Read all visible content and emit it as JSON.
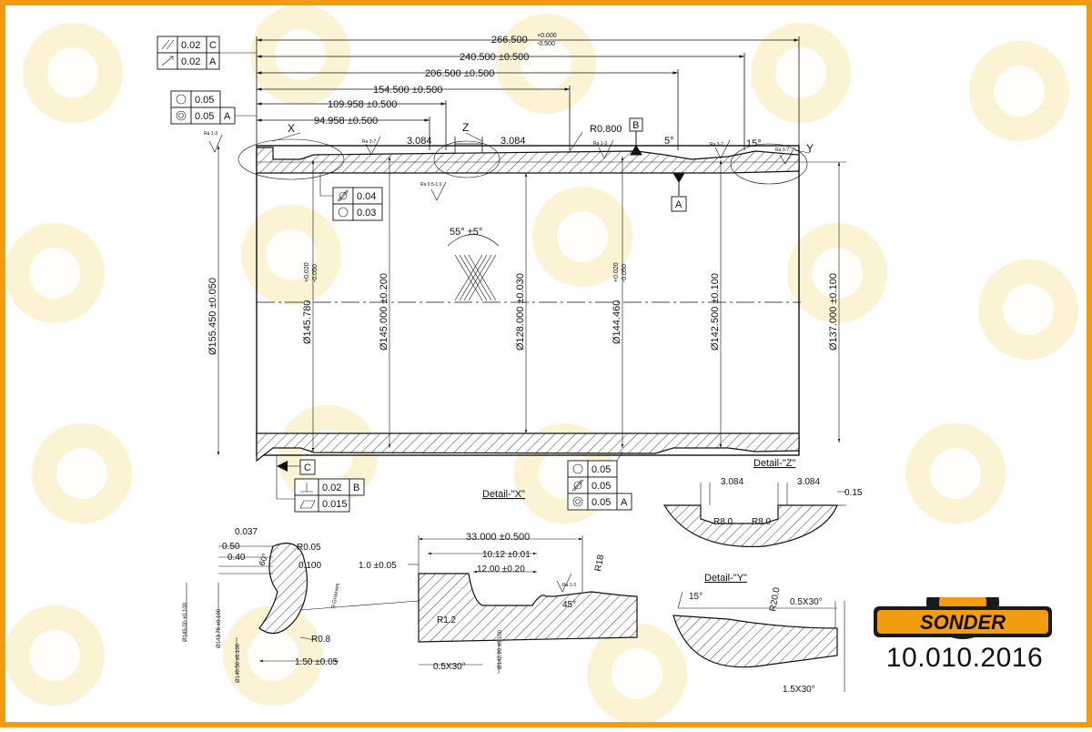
{
  "brand": {
    "name": "SONDER",
    "color_orange": "#f39c12",
    "color_black": "#1a1a1a"
  },
  "part_number": "10.010.2016",
  "frame_color": "#f39c12",
  "top_dims": {
    "overall": "266.500",
    "overall_tol_upper": "+0.000",
    "overall_tol_lower": "-0.500",
    "d240": "240.500 ±0.500",
    "d206": "206.500 ±0.500",
    "d154": "154.500 ±0.500",
    "d109": "109.958 ±0.500",
    "d94": "94.958 ±0.500",
    "z_left": "3.084",
    "z_right": "3.084",
    "radius": "R0.800",
    "angle5": "5°",
    "angle15": "15°"
  },
  "diameters": {
    "d155": "Ø155.450 ±0.050",
    "d145_780": "Ø145.780",
    "d145_780_tol_upper": "+0.020",
    "d145_780_tol_lower": "-0.050",
    "d145_000": "Ø145.000 ±0.200",
    "d128": "Ø128.000 ±0.030",
    "d144_460": "Ø144.460",
    "d144_460_tol_upper": "+0.020",
    "d144_460_tol_lower": "-0.050",
    "d142_500": "Ø142.500 ±0.100",
    "d137": "Ø137.000 ±0.100"
  },
  "cross_hatch_angle": "55° ±5°",
  "gdt": {
    "top_left": [
      {
        "symbol": "parallelism-icon",
        "value": "0.02",
        "datum": "C"
      },
      {
        "symbol": "runout-icon",
        "value": "0.02",
        "datum": "A"
      }
    ],
    "roundness_box": [
      {
        "symbol": "roundness-icon",
        "value": "0.05",
        "datum": ""
      },
      {
        "symbol": "concentricity-icon",
        "value": "0.05",
        "datum": "A"
      }
    ],
    "mid_box": [
      {
        "symbol": "cylindricity-icon",
        "value": "0.04"
      },
      {
        "symbol": "roundness-icon",
        "value": "0.03"
      }
    ],
    "bottom_left": [
      {
        "symbol": "perpendicularity-icon",
        "value": "0.02",
        "datum": "B"
      },
      {
        "symbol": "flatness-icon",
        "value": "0.015",
        "datum": ""
      }
    ],
    "bottom_mid": [
      {
        "symbol": "roundness-icon",
        "value": "0.05",
        "datum": ""
      },
      {
        "symbol": "cylindricity-icon",
        "value": "0.05",
        "datum": ""
      },
      {
        "symbol": "concentricity-icon",
        "value": "0.05",
        "datum": "A"
      }
    ],
    "datum_a": "A",
    "datum_b": "B",
    "datum_c": "C"
  },
  "roughness": {
    "ra13": "Ra 1-3",
    "ra37": "Ra 3-7",
    "ra0510": "Ra 0.5-1.0"
  },
  "detail_labels": {
    "x_marker": "X",
    "z_marker": "Z",
    "y_marker": "Y",
    "detail_x": "Detail-\"X\"",
    "detail_z": "Detail-\"Z\"",
    "detail_y": "Detail-\"Y\""
  },
  "detail_x": {
    "d0037": "0.037",
    "d050": "0.50",
    "d040": "0.40",
    "angle60": "60°",
    "r005": "R0.05",
    "d0100": "0.100",
    "r08": "R0.8",
    "d150": "1.50 ±0.05",
    "dia145": "Ø145.00 ±0.100",
    "dia143": "Ø143.75 ±0.100",
    "dia140": "Ø140.50 ±0.100",
    "grooves": "9 Grooves"
  },
  "detail_groove": {
    "d33": "33.000 ±0.500",
    "d1012": "10.12 ±0.01",
    "d1200": "12.00 ±0.20",
    "d10": "1.0 ±0.05",
    "r18": "R18",
    "r12": "R1.2",
    "angle45": "45°",
    "chamfer": "0.5X30°",
    "dia142": "Ø142.90 ±0.100"
  },
  "detail_z": {
    "left": "3.084",
    "right": "3.084",
    "d015": "0.15",
    "r8a": "R8.0",
    "r8b": "R8.0"
  },
  "detail_y": {
    "angle15": "15°",
    "r20": "R20.0",
    "chamfer_top": "0.5X30°",
    "chamfer_bottom": "1.5X30°"
  }
}
